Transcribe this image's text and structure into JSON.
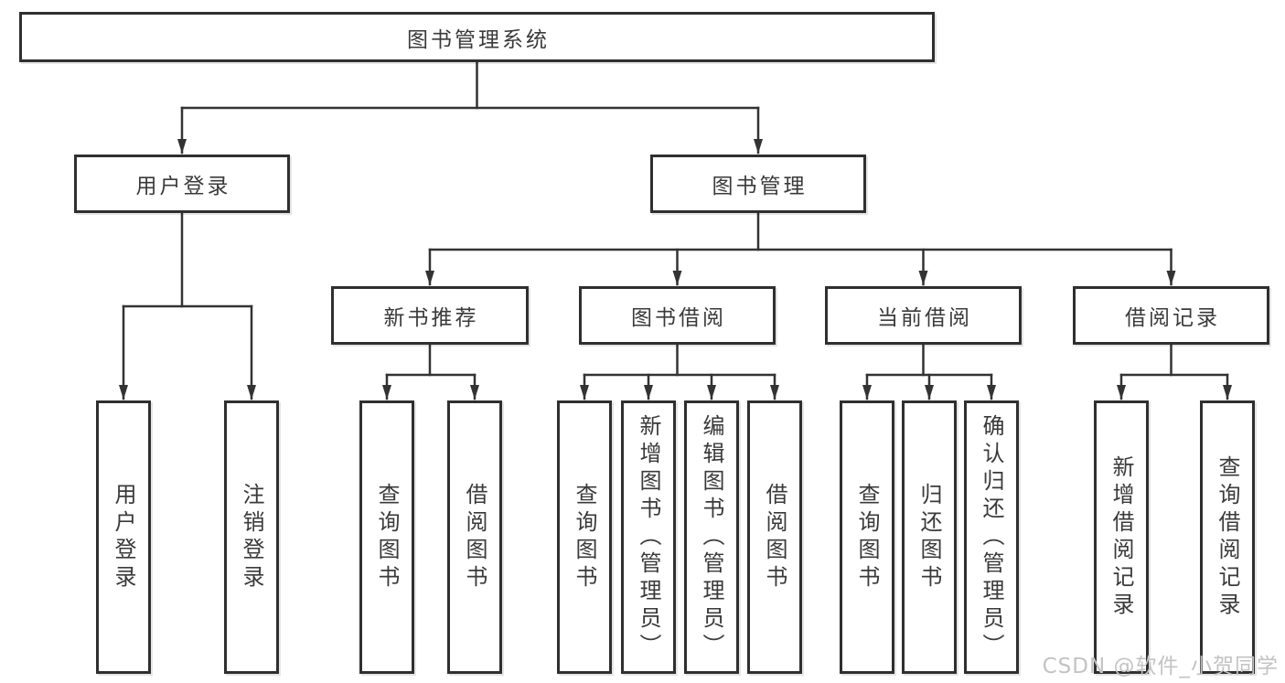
{
  "root": {
    "label": "图书管理系统"
  },
  "level2": [
    {
      "label": "用户登录"
    },
    {
      "label": "图书管理"
    }
  ],
  "level3": [
    {
      "label": "新书推荐"
    },
    {
      "label": "图书借阅"
    },
    {
      "label": "当前借阅"
    },
    {
      "label": "借阅记录"
    }
  ],
  "level4": {
    "user_login": [
      "用户登录",
      "注销登录"
    ],
    "new_book": [
      "查询图书",
      "借阅图书"
    ],
    "book_borrow": [
      "查询图书",
      "新增图书（管理员）",
      "编辑图书（管理员）",
      "借阅图书"
    ],
    "current_borrow": [
      "查询图书",
      "归还图书",
      "确认归还（管理员）"
    ],
    "borrow_records": [
      "新增借阅记录",
      "查询借阅记录"
    ]
  },
  "watermark": {
    "text": "CSDN @软件_小贺同学"
  },
  "colors": {
    "box_border": "#2f2f2f",
    "line": "#333333",
    "text": "#3a3a3a",
    "watermark": "#c3c3c3",
    "background": "#ffffff"
  }
}
